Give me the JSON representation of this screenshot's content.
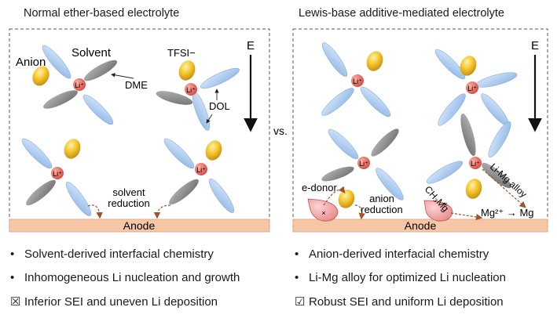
{
  "left_panel": {
    "title": "Normal ether-based electrolyte",
    "labels": {
      "anion": "Anion",
      "solvent": "Solvent",
      "tfsi": "TFSI−",
      "dme": "DME",
      "dol": "DOL",
      "solvent_reduction_1": "solvent",
      "solvent_reduction_2": "reduction",
      "anode": "Anode",
      "field": "E"
    },
    "bullets": [
      {
        "mark": "•",
        "text": "Solvent-derived interfacial chemistry"
      },
      {
        "mark": "•",
        "text": "Inhomogeneous Li nucleation and growth"
      },
      {
        "mark": "☒",
        "text": "Inferior SEI and uneven Li deposition"
      }
    ]
  },
  "vs_label": "vs.",
  "right_panel": {
    "title": "Lewis-base additive-mediated electrolyte",
    "labels": {
      "e_donor": "e-donor",
      "anion_reduction_1": "anion",
      "anion_reduction_2": "reduction",
      "ch3mg": "CH₃Mg",
      "li_mg_alloy": "Li-Mg alloy",
      "mg_reaction": "Mg²⁺ → Mg",
      "anode": "Anode",
      "field": "E"
    },
    "bullets": [
      {
        "mark": "•",
        "text": "Anion-derived interfacial chemistry"
      },
      {
        "mark": "•",
        "text": "Li-Mg alloy for optimized Li nucleation"
      },
      {
        "mark": "☑",
        "text": "Robust SEI and uniform Li deposition"
      }
    ]
  },
  "li_label": "Li⁺",
  "colors": {
    "li_ion": "#e26a5e",
    "anion": "#f2c12e",
    "dol": "#a9c9ef",
    "dme": "#8c8c8c",
    "anode": "#f6c7a6",
    "arrow": "#a0522d"
  }
}
